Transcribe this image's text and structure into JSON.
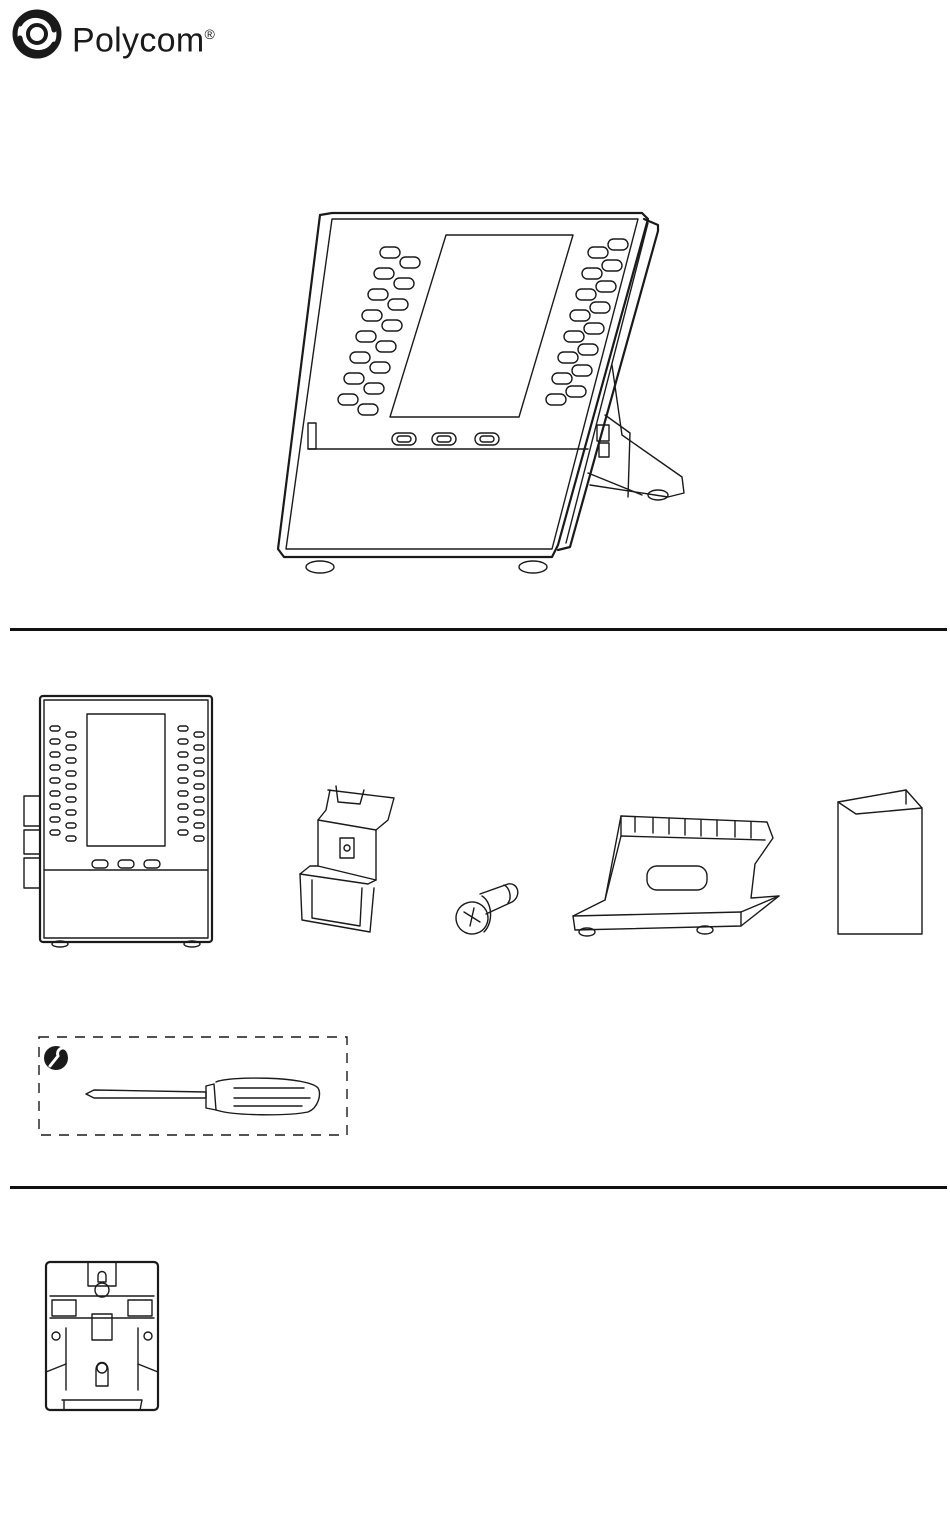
{
  "header": {
    "brand_name": "Polycom",
    "registered_mark": "®",
    "logo_icon": "polycom-logo-icon"
  },
  "sections": [
    {
      "id": "assembled-product",
      "illustration": "expansion-module-on-stand"
    },
    {
      "id": "package-contents",
      "items": [
        {
          "icon": "expansion-module-icon"
        },
        {
          "icon": "mounting-clip-icon"
        },
        {
          "icon": "screw-icon"
        },
        {
          "icon": "desk-stand-icon"
        },
        {
          "icon": "documentation-leaflet-icon"
        }
      ]
    },
    {
      "id": "tools-required",
      "items": [
        {
          "icon": "wrench-icon"
        },
        {
          "icon": "screwdriver-icon"
        }
      ]
    },
    {
      "id": "wall-mount",
      "items": [
        {
          "icon": "wall-mount-bracket-icon"
        }
      ]
    }
  ]
}
